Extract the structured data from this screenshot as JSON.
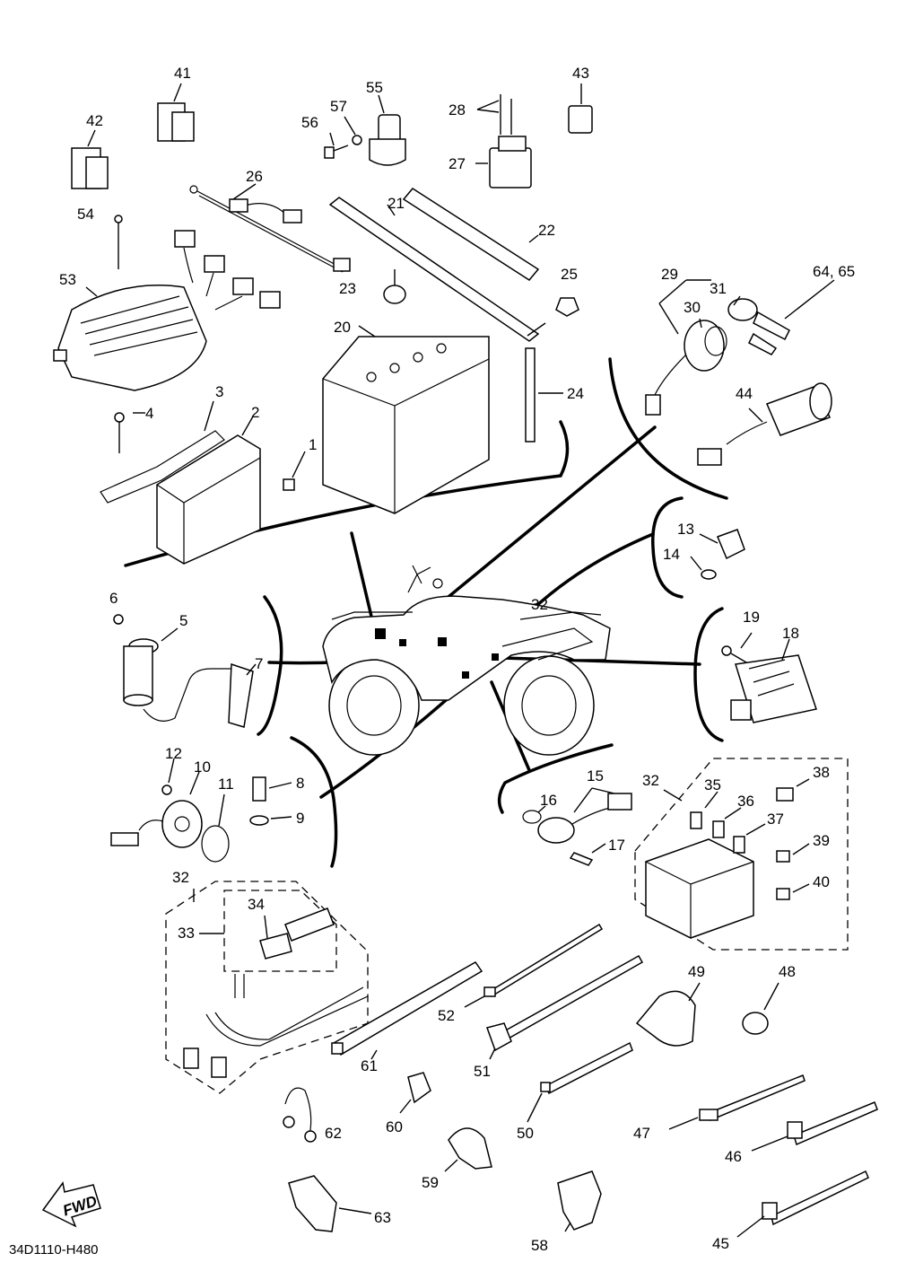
{
  "diagram": {
    "code": "34D1110-H480",
    "fwd_label": "FWD",
    "callouts": [
      "1",
      "2",
      "3",
      "4",
      "5",
      "6",
      "7",
      "8",
      "9",
      "10",
      "11",
      "12",
      "13",
      "14",
      "15",
      "16",
      "17",
      "18",
      "19",
      "20",
      "21",
      "22",
      "23",
      "24",
      "25",
      "26",
      "27",
      "28",
      "29",
      "30",
      "31",
      "32",
      "33",
      "34",
      "35",
      "36",
      "37",
      "38",
      "39",
      "40",
      "41",
      "42",
      "43",
      "44",
      "45",
      "46",
      "47",
      "48",
      "49",
      "50",
      "51",
      "52",
      "53",
      "54",
      "55",
      "56",
      "57",
      "58",
      "59",
      "60",
      "61",
      "62",
      "63",
      "64, 65"
    ]
  }
}
